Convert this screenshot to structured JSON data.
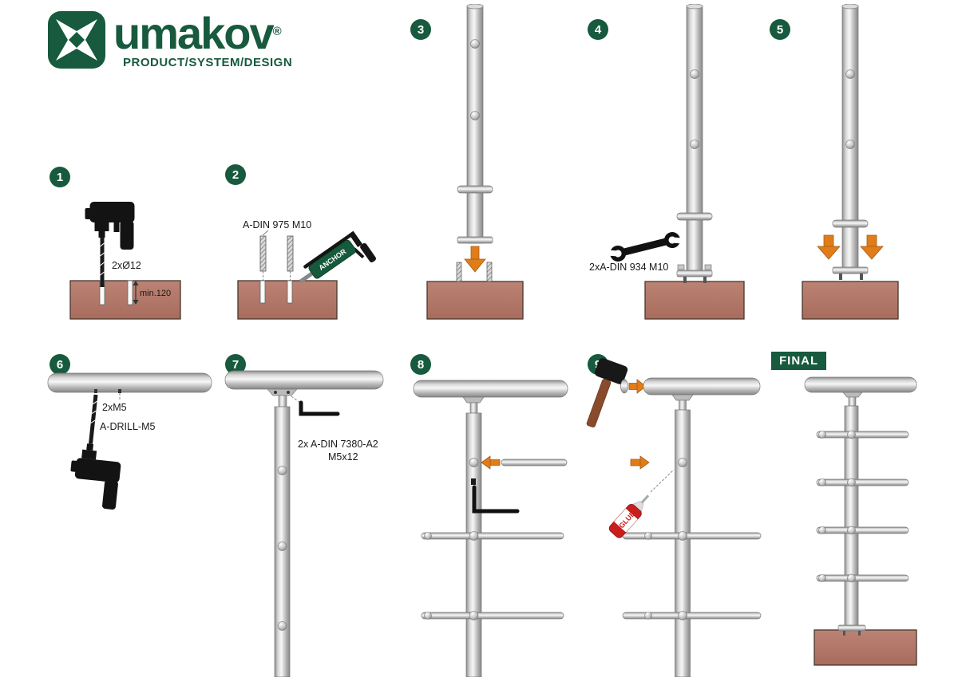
{
  "logo": {
    "brand": "umakov",
    "registered": "®",
    "tagline": "PRODUCT/SYSTEM/DESIGN"
  },
  "final_label": "FINAL",
  "colors": {
    "brand_green": "#175a3e",
    "base_brown": "#b1796b",
    "arrow_orange": "#e07d1a",
    "glue_red": "#c81e1e"
  },
  "steps": [
    {
      "number": "1",
      "labels": {
        "holes": "2xØ12",
        "depth": "min.120"
      }
    },
    {
      "number": "2",
      "labels": {
        "rod": "A-DIN 975 M10",
        "anchor_gun": "ANCHOR"
      }
    },
    {
      "number": "3",
      "labels": {}
    },
    {
      "number": "4",
      "labels": {
        "nuts": "2xA-DIN 934 M10"
      }
    },
    {
      "number": "5",
      "labels": {}
    },
    {
      "number": "6",
      "labels": {
        "screws": "2xM5",
        "drill_bit": "A-DRILL-M5"
      }
    },
    {
      "number": "7",
      "labels": {
        "bolts_line1": "2x A-DIN 7380-A2",
        "bolts_line2": "M5x12"
      }
    },
    {
      "number": "8",
      "labels": {}
    },
    {
      "number": "9",
      "labels": {
        "glue": "GLUE"
      }
    }
  ]
}
